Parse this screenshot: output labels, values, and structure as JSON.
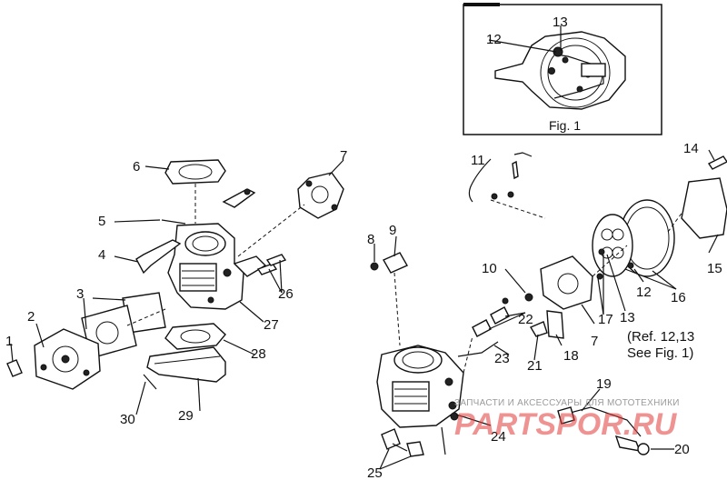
{
  "figure_box": {
    "caption": "Fig. 1"
  },
  "labels": {
    "l1": "1",
    "l2": "2",
    "l3": "3",
    "l4": "4",
    "l5": "5",
    "l6": "6",
    "l7a": "7",
    "l7b": "7",
    "l8": "8",
    "l9": "9",
    "l10": "10",
    "l11": "11",
    "l12a": "12",
    "l12b": "12",
    "l13a": "13",
    "l13b": "13",
    "l14": "14",
    "l15": "15",
    "l16": "16",
    "l17": "17",
    "l18": "18",
    "l19": "19",
    "l20": "20",
    "l21": "21",
    "l22": "22",
    "l23": "23",
    "l24": "24",
    "l25": "25",
    "l26": "26",
    "l27": "27",
    "l28": "28",
    "l29": "29",
    "l30": "30"
  },
  "note": {
    "line1": "(Ref. 12,13",
    "line2": "See Fig. 1)"
  },
  "watermark": {
    "text": "ЗАПЧАСТИ И АКСЕССУАРЫ ДЛЯ МОТОТЕХНИКИ",
    "logo": "PARTSPOR.RU"
  }
}
